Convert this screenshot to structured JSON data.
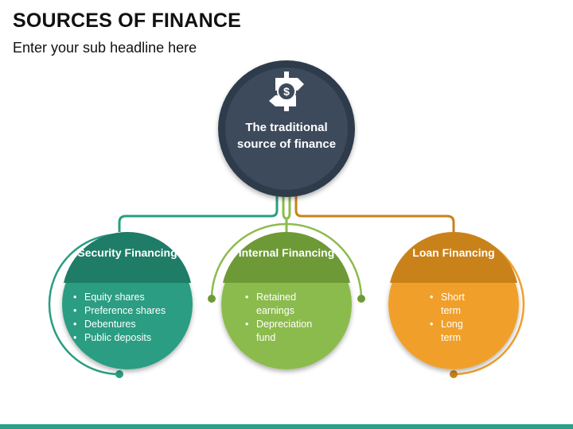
{
  "title": "SOURCES OF FINANCE",
  "subtitle": "Enter your sub headline here",
  "center": {
    "text": "The traditional source of finance",
    "icon": "signpost-dollar-icon",
    "color": "#3d4a5c"
  },
  "cards": [
    {
      "title": "Security Financing",
      "color": "#2a9d82",
      "items": [
        "Equity shares",
        "Preference shares",
        "Debentures",
        "Public deposits"
      ]
    },
    {
      "title": "Internal Financing",
      "color": "#8cbb4e",
      "items": [
        "Retained earnings",
        "Depreciation fund"
      ]
    },
    {
      "title": "Loan Financing",
      "color": "#f0a02c",
      "items": [
        "Short term",
        "Long term"
      ]
    }
  ]
}
